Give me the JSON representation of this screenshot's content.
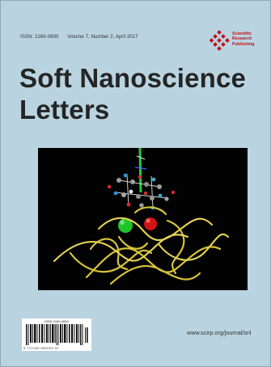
{
  "issn_line": "ISSN: 2160-0600",
  "volume_line": "Volume 7, Number 2, April 2017",
  "publisher": {
    "line1": "Scientific",
    "line2": "Research",
    "line3": "Publishing",
    "color": "#c0121b"
  },
  "title": {
    "line1": "Soft Nanoscience",
    "line2": "Letters"
  },
  "cover_image": {
    "icon": "protein-structure-render"
  },
  "barcode": {
    "label": "ISSN 2160-0600",
    "digits": "9 772160 060003 02"
  },
  "website": "www.scirp.org/journal/snl",
  "colors": {
    "background": "#b9d4e0",
    "title": "#252525"
  }
}
